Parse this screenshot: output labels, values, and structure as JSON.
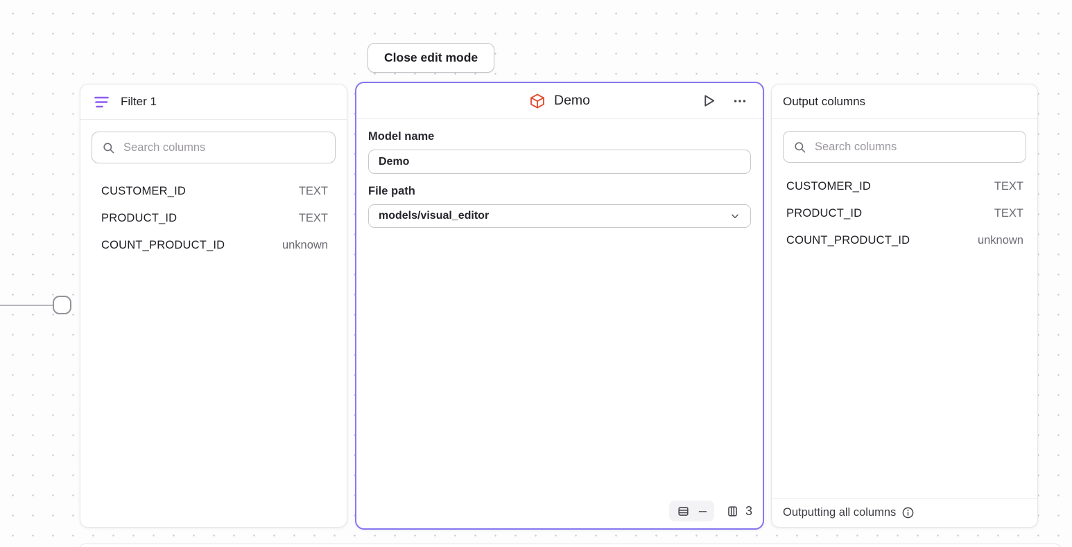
{
  "canvas": {
    "close_edit_button_label": "Close edit mode"
  },
  "filter_panel": {
    "title": "Filter 1",
    "search_placeholder": "Search columns",
    "columns": [
      {
        "name": "CUSTOMER_ID",
        "type": "TEXT"
      },
      {
        "name": "PRODUCT_ID",
        "type": "TEXT"
      },
      {
        "name": "COUNT_PRODUCT_ID",
        "type": "unknown"
      }
    ]
  },
  "model_panel": {
    "title": "Demo",
    "model_name_label": "Model name",
    "model_name_value": "Demo",
    "file_path_label": "File path",
    "file_path_value": "models/visual_editor",
    "row_count": "–",
    "column_count": "3"
  },
  "output_panel": {
    "title": "Output columns",
    "search_placeholder": "Search columns",
    "columns": [
      {
        "name": "CUSTOMER_ID",
        "type": "TEXT"
      },
      {
        "name": "PRODUCT_ID",
        "type": "TEXT"
      },
      {
        "name": "COUNT_PRODUCT_ID",
        "type": "unknown"
      }
    ],
    "footer_text": "Outputting all columns"
  },
  "colors": {
    "selected_panel_border": "#8677f0",
    "filter_icon": "#8b5cf6",
    "model_icon": "#e34e32",
    "canvas_dot": "#cfccd2"
  }
}
